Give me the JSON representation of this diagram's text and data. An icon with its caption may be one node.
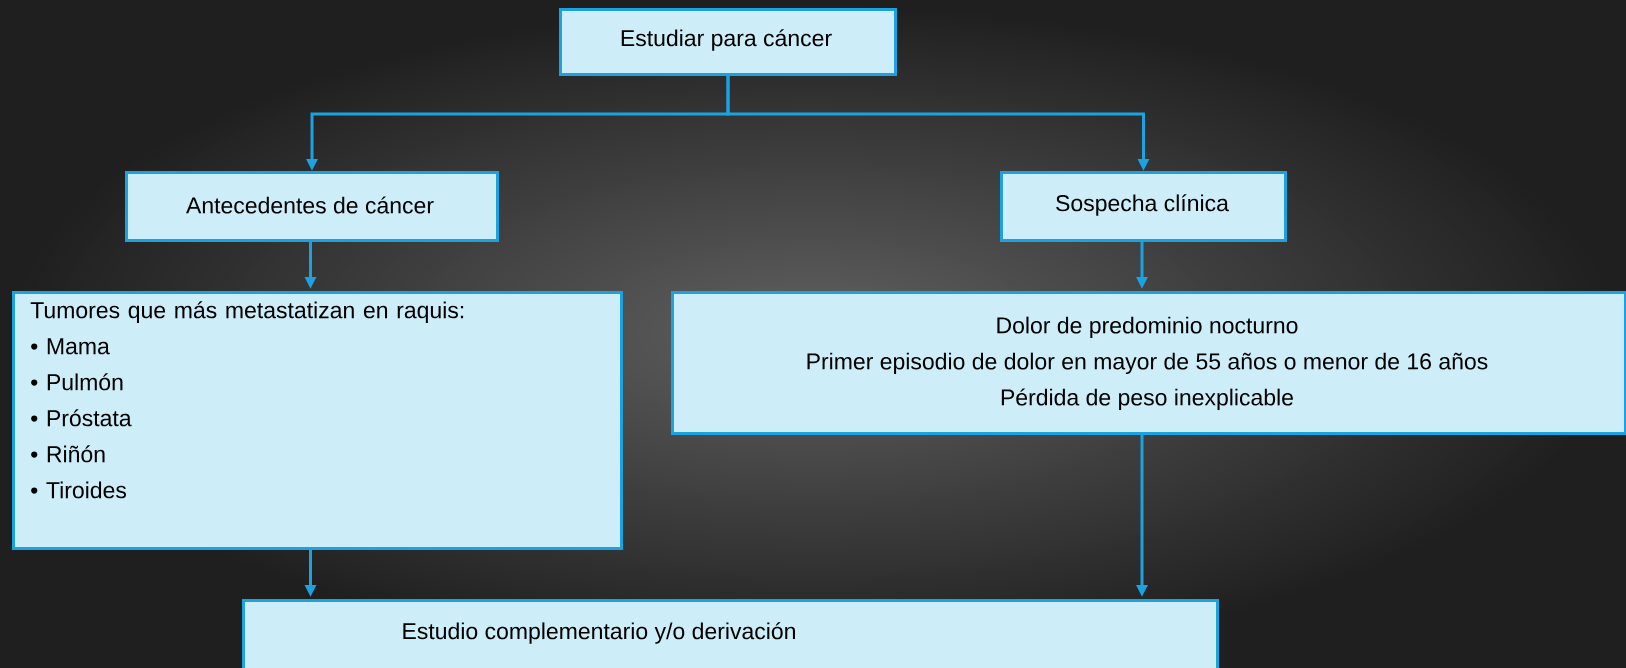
{
  "diagram": {
    "nodes": [
      {
        "text": [
          "Estudiar para cáncer"
        ]
      },
      {
        "text": [
          "Antecedentes de cáncer"
        ]
      },
      {
        "text": [
          "Sospecha clínica"
        ]
      },
      {
        "text": [
          "Tumores que más metastatizan en raquis:",
          "• Mama",
          "• Pulmón",
          "• Próstata",
          "• Riñón",
          "• Tiroides"
        ]
      },
      {
        "text": [
          "Dolor de predominio nocturno",
          "Primer episodio de dolor en mayor de 55 años o menor de 16 años",
          "Pérdida de peso inexplicable"
        ]
      },
      {
        "text": [
          "Estudio complementario y/o derivación"
        ]
      }
    ],
    "edges": [
      {
        "from": 0,
        "to": 1,
        "arrow": "to"
      },
      {
        "from": 0,
        "to": 2,
        "arrow": "to"
      },
      {
        "from": 1,
        "to": 3,
        "arrow": "to"
      },
      {
        "from": 2,
        "to": 4,
        "arrow": "to"
      },
      {
        "from": 3,
        "to": 5,
        "arrow": "to"
      },
      {
        "from": 4,
        "to": 5,
        "arrow": "to"
      }
    ]
  }
}
